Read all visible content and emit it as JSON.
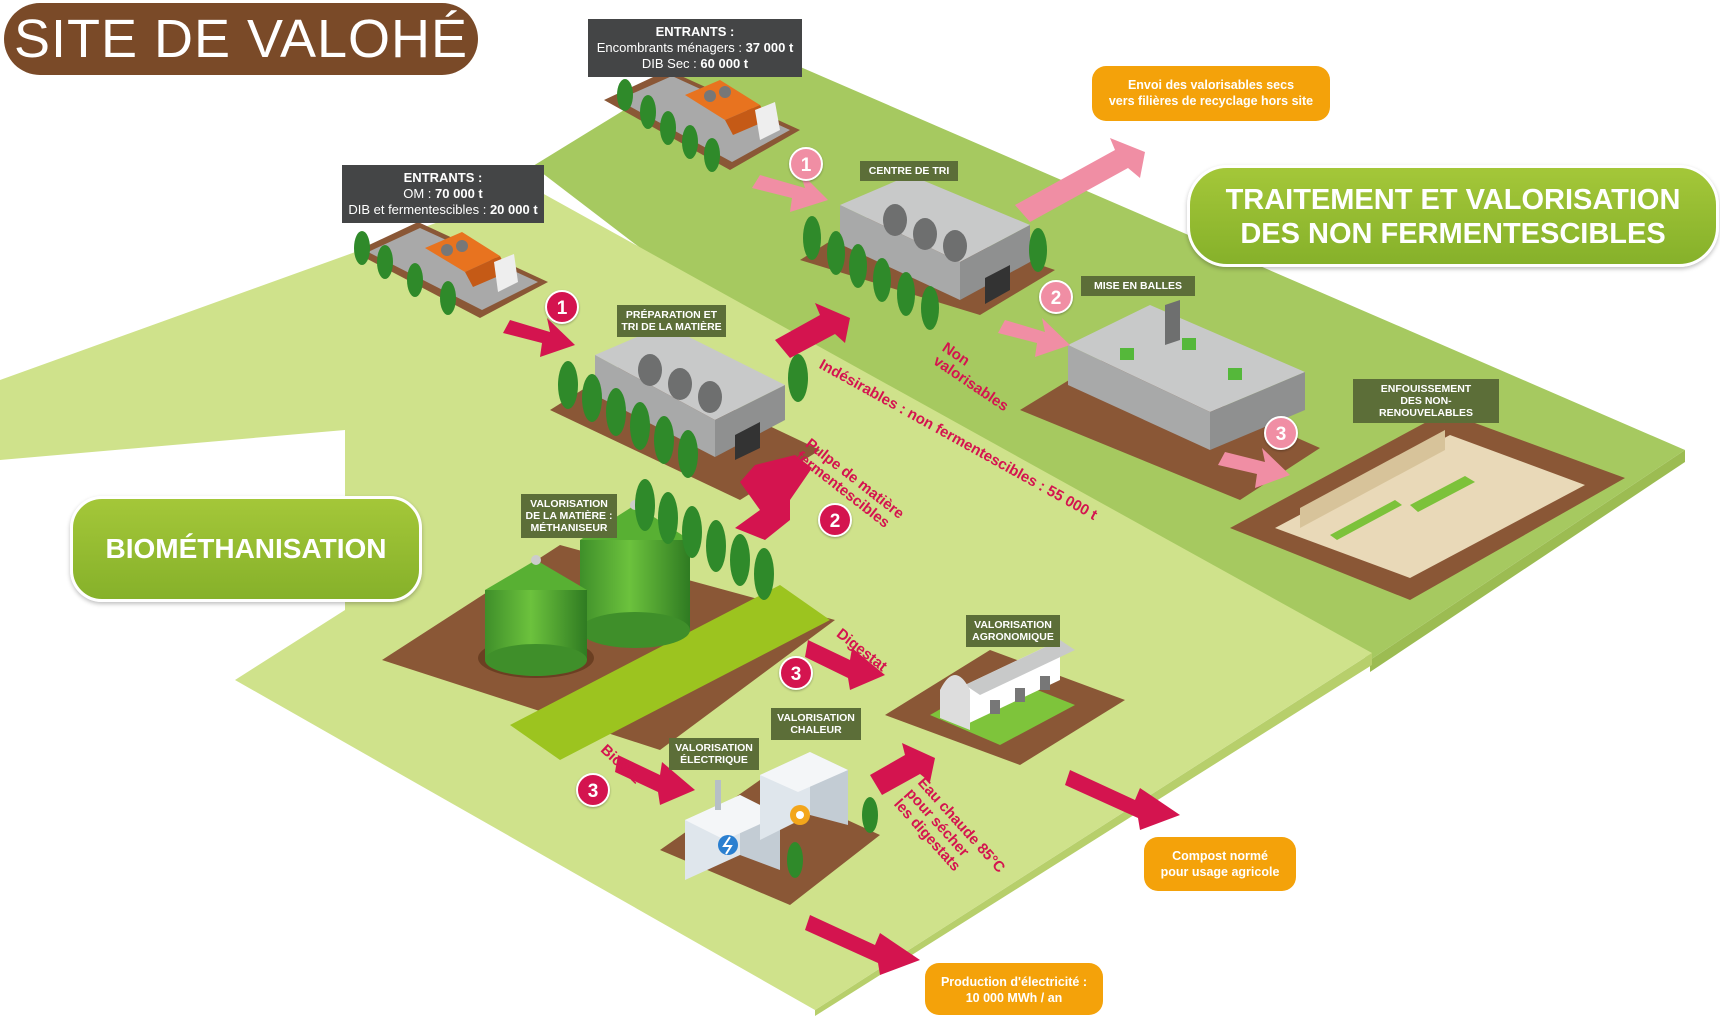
{
  "title": "SITE DE VALOHÉ",
  "colors": {
    "brown": "#7a4a28",
    "grass": "#cfe28b",
    "grass_dark": "#a5c55d",
    "soil": "#8a5736",
    "accent_red": "#d4144f",
    "accent_pink": "#f08ea4",
    "orange": "#f4a20a",
    "label_dark": "#444546",
    "label_green": "#5c6e38",
    "pill_green": "#8cb82c"
  },
  "entrants_top": {
    "title": "ENTRANTS :",
    "lines": [
      {
        "label": "Encombrants ménagers : ",
        "value": "37 000 t"
      },
      {
        "label": "DIB Sec : ",
        "value": "60 000 t"
      }
    ]
  },
  "entrants_left": {
    "title": "ENTRANTS :",
    "lines": [
      {
        "label": "OM : ",
        "value": "70 000 t"
      },
      {
        "label": "DIB et fermentescibles : ",
        "value": "20 000 t"
      }
    ]
  },
  "sections": {
    "right": [
      "TRAITEMENT ET VALORISATION",
      "DES NON FERMENTESCIBLES"
    ],
    "left": "BIOMÉTHANISATION"
  },
  "tags": {
    "centre_tri": [
      "CENTRE DE TRI"
    ],
    "preparation": [
      "PRÉPARATION ET",
      "TRI DE LA MATIÈRE"
    ],
    "mise_en_balles": [
      "MISE EN BALLES"
    ],
    "enfouissement": [
      "ENFOUISSEMENT",
      "DES NON-RENOUVELABLES"
    ],
    "methaniseur": [
      "VALORISATION",
      "DE LA MATIÈRE :",
      "MÉTHANISEUR"
    ],
    "agronomique": [
      "VALORISATION",
      "AGRONOMIQUE"
    ],
    "electrique": [
      "VALORISATION",
      "ÉLECTRIQUE"
    ],
    "chaleur": [
      "VALORISATION",
      "CHALEUR"
    ]
  },
  "outputs": {
    "recyclage": [
      "Envoi des valorisables secs",
      "vers filières de recyclage hors site"
    ],
    "compost": [
      "Compost normé",
      "pour usage agricole"
    ],
    "electricite": [
      "Production d'électricité :",
      "10 000 MWh / an"
    ]
  },
  "flow_labels": {
    "indesirables": "Indésirables : non fermentescibles : 55 000 t",
    "pulpe": [
      "Pulpe de matière",
      "fermentescibles"
    ],
    "non_valorisables": [
      "Non",
      "valorisables"
    ],
    "digestat": "Digestat",
    "biogaz": "Biogaz",
    "eau_chaude": [
      "Eau chaude 85°C",
      "pour sécher",
      "les digestats"
    ]
  },
  "badges": {
    "right_1": "1",
    "right_2": "2",
    "right_3": "3",
    "left_1": "1",
    "left_2": "2",
    "left_3a": "3",
    "left_3b": "3"
  }
}
